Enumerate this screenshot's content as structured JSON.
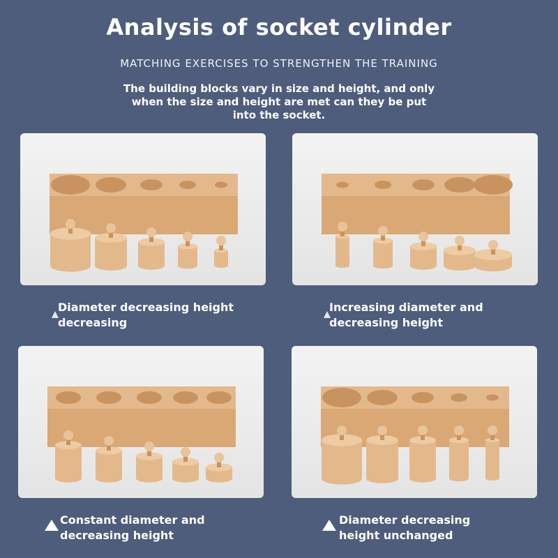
{
  "header": {
    "title": "Analysis of socket cylinder",
    "subtitle": "MATCHING EXERCISES TO STRENGTHEN THE TRAINING",
    "description": "The building blocks vary in size and height, and only when the size and height are met can they be put into the socket."
  },
  "panels": [
    {
      "caption": "Diameter decreasing height decreasing",
      "icon": "triangle-icon"
    },
    {
      "caption": "Increasing diameter and decreasing height",
      "icon": "triangle-icon"
    },
    {
      "caption": "Constant diameter and decreasing height",
      "icon": "triangle-icon"
    },
    {
      "caption": "Diameter decreasing height unchanged",
      "icon": "triangle-icon"
    }
  ],
  "colors": {
    "background": "#4e5d7c",
    "wood": "#e3b98c",
    "wood_dark": "#c9935f"
  }
}
